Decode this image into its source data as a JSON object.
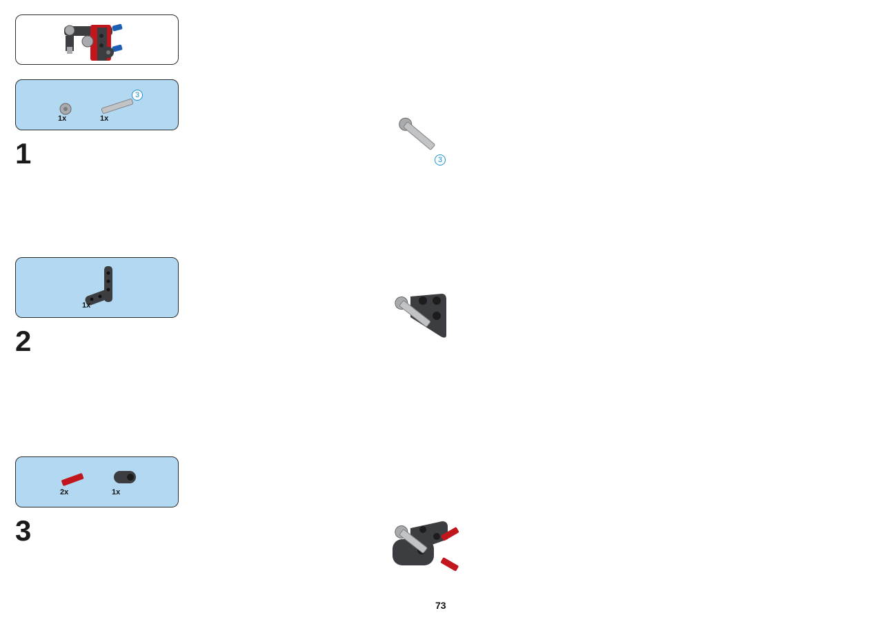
{
  "page_number": "73",
  "callout": {
    "image": "assembled-submodel"
  },
  "steps": [
    {
      "number": "1",
      "parts": [
        {
          "name": "bush-gray",
          "qty": "1x"
        },
        {
          "name": "axle-pin-3-gray",
          "qty": "1x",
          "length": "3"
        }
      ],
      "build_length_badge": "3"
    },
    {
      "number": "2",
      "parts": [
        {
          "name": "l-beam-dark-gray",
          "qty": "1x"
        }
      ]
    },
    {
      "number": "3",
      "parts": [
        {
          "name": "axle-pin-red",
          "qty": "2x"
        },
        {
          "name": "axle-pin-connector-dark-gray",
          "qty": "1x"
        }
      ]
    }
  ],
  "colors": {
    "parts_box": "#b3d8f2",
    "badge": "#1b8fd0",
    "dark_gray": "#3c3d40",
    "light_gray": "#a9aaad",
    "red": "#c0161c",
    "blue": "#1e5fb4"
  }
}
